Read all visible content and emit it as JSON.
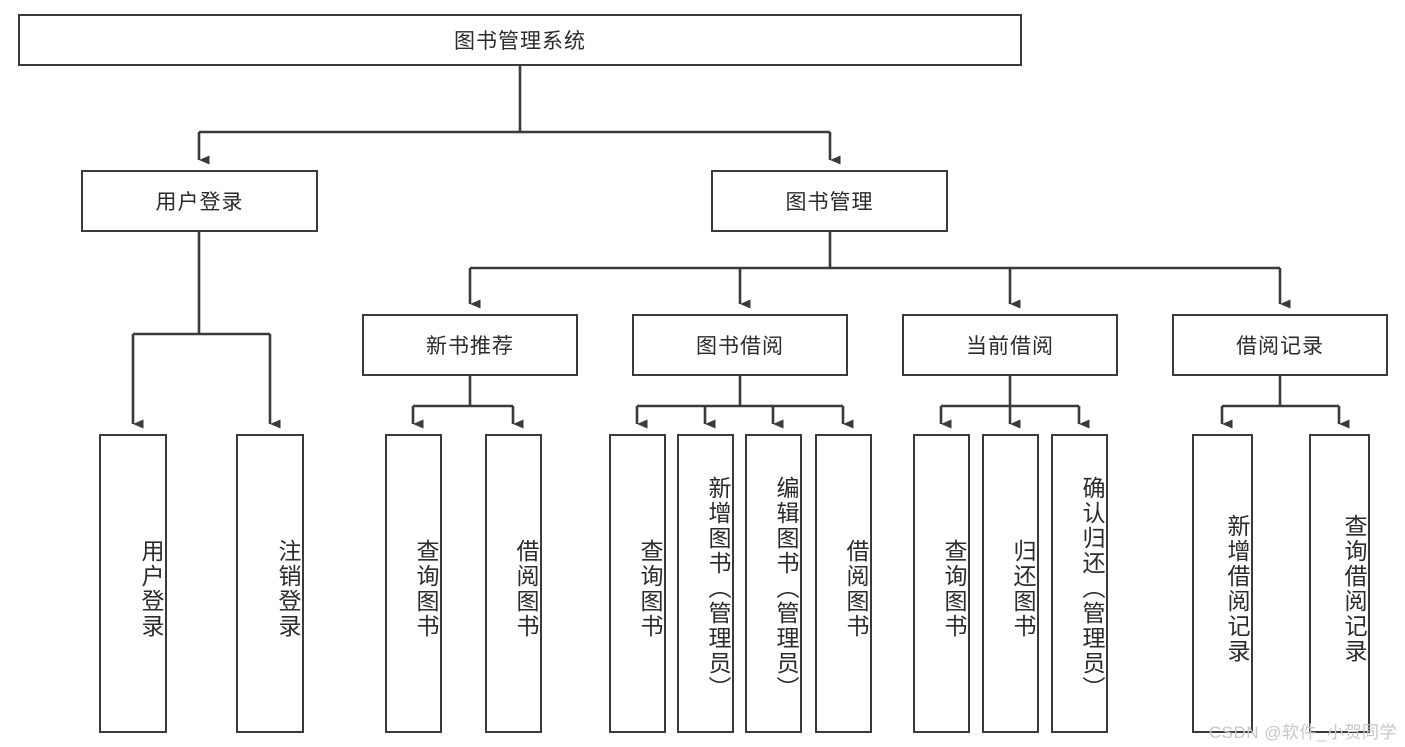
{
  "diagram": {
    "title": "图书管理系统",
    "type": "hierarchy-tree",
    "root": {
      "label": "图书管理系统"
    },
    "level2": [
      {
        "label": "用户登录"
      },
      {
        "label": "图书管理"
      }
    ],
    "level3": [
      {
        "label": "新书推荐"
      },
      {
        "label": "图书借阅"
      },
      {
        "label": "当前借阅"
      },
      {
        "label": "借阅记录"
      }
    ],
    "leaves": [
      {
        "label": "用户登录"
      },
      {
        "label": "注销登录"
      },
      {
        "label": "查询图书"
      },
      {
        "label": "借阅图书"
      },
      {
        "label": "查询图书"
      },
      {
        "label": "新增图书（管理员）"
      },
      {
        "label": "编辑图书（管理员）"
      },
      {
        "label": "借阅图书"
      },
      {
        "label": "查询图书"
      },
      {
        "label": "归还图书"
      },
      {
        "label": "确认归还（管理员）"
      },
      {
        "label": "新增借阅记录"
      },
      {
        "label": "查询借阅记录"
      }
    ]
  },
  "watermark": {
    "text": "CSDN @软件_小贺同学"
  },
  "colors": {
    "stroke": "#3a3a3a",
    "text": "#2b2b2b",
    "background": "#ffffff",
    "watermark": "#c7c7c7"
  }
}
